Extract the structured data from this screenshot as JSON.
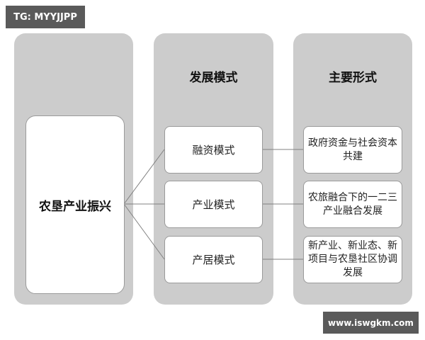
{
  "watermark_top": "TG: MYYJJPP",
  "watermark_bottom": "www.iswgkm.com",
  "root": {
    "label": "农垦产业振兴"
  },
  "columns": {
    "modes": {
      "title": "发展模式"
    },
    "forms": {
      "title": "主要形式"
    }
  },
  "modes": [
    {
      "label": "融资模式"
    },
    {
      "label": "产业模式"
    },
    {
      "label": "产居模式"
    }
  ],
  "forms": [
    {
      "label": "政府资金与社会资本共建"
    },
    {
      "label": "农旅融合下的一二三产业融合发展"
    },
    {
      "label": "新产业、新业态、新项目与农垦社区协调发展"
    }
  ],
  "colors": {
    "panel": "#cccccc",
    "box": "#ffffff",
    "line": "#808080",
    "tag": "#5a5a5a"
  }
}
